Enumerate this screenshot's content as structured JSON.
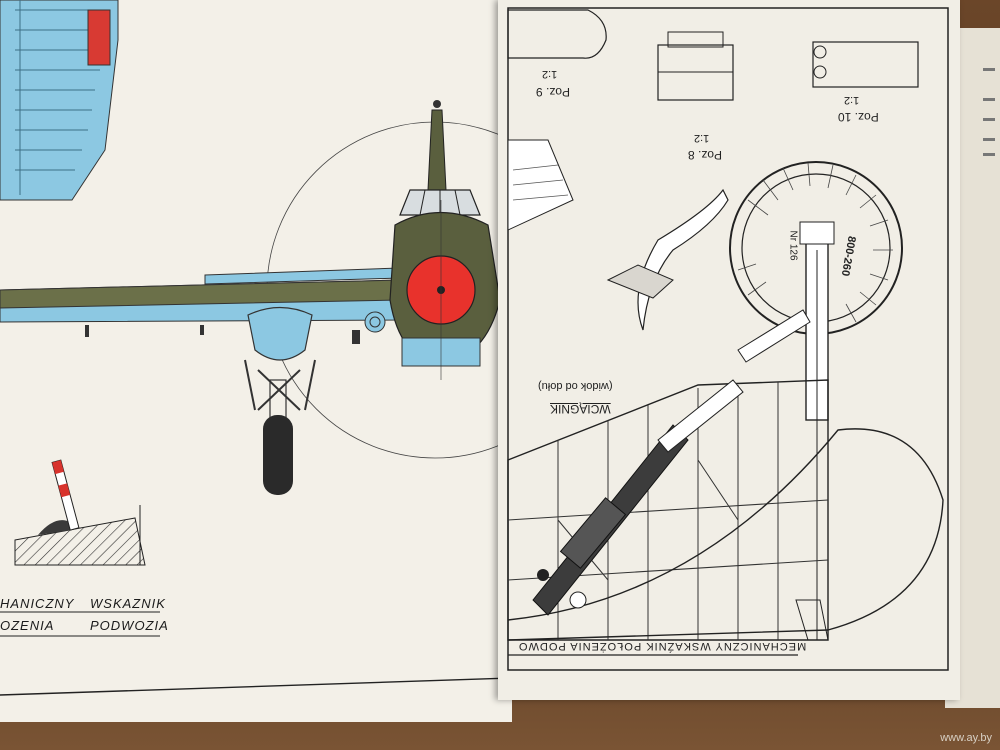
{
  "left_sheet": {
    "label_line1_a": "HANICZNY",
    "label_line1_b": "WSKAZNIK",
    "label_line2_a": "OZENIA",
    "label_line2_b": "PODWOZIA"
  },
  "right_sheet": {
    "poz9": "Poz. 9",
    "poz9_scale": "1:2",
    "poz8": "Poz. 8",
    "poz8_scale": "1:2",
    "poz10": "Poz. 10",
    "poz10_scale": "1:2",
    "wheel_text_1": "Nr 126",
    "wheel_text_2": "800-260",
    "wciagnik": "WCIĄGNIK",
    "widok": "(widok od dołu)",
    "bottom_caption": "MECHANICZNY WSKAŹNIK POŁOŻENIA PODWO"
  },
  "watermark": "www.ay.by",
  "colors": {
    "sky_blue": "#8cc8e2",
    "olive": "#5a5f3e",
    "spinner_red": "#e8322c",
    "wood": "#5a3b24"
  }
}
